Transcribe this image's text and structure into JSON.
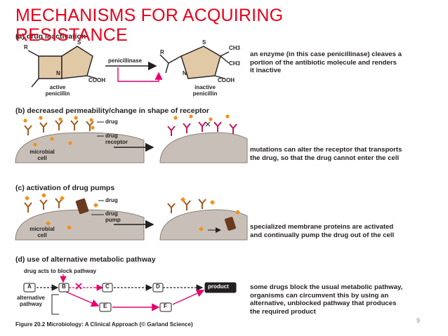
{
  "slide": {
    "title_line1": "MECHANISMS FOR ACQUIRING",
    "title_line2": "RESISTANCE",
    "page_number": "9"
  },
  "panel_a": {
    "label": "(a) drug inactivation",
    "enzyme": "penicillinase",
    "active_line1": "active",
    "active_line2": "penicillin",
    "inactive_line1": "inactive",
    "inactive_line2": "penicillin",
    "r_label": "R",
    "s_label": "S",
    "n_label": "N",
    "cooh_label": "COOH",
    "ch3_label": "CH3",
    "desc_line1": "an enzyme (in this case penicillinase) cleaves a",
    "desc_line2": "portion of the antibiotic molecule and renders",
    "desc_line3": "it inactive"
  },
  "panel_b": {
    "label": "(b) decreased permeability/change in shape of receptor",
    "drug_label": "drug",
    "receptor_line1": "drug",
    "receptor_line2": "receptor",
    "cell_line1": "microbial",
    "cell_line2": "cell",
    "desc_line1": "mutations can alter the receptor that transports",
    "desc_line2": "the drug, so that the drug cannot enter the cell"
  },
  "panel_c": {
    "label": "(c) activation of drug pumps",
    "drug_label": "drug",
    "pump_line1": "drug",
    "pump_line2": "pump",
    "cell_line1": "microbial",
    "cell_line2": "cell",
    "desc_line1": "specialized membrane proteins are activated",
    "desc_line2": "and continually pump the drug out of the cell"
  },
  "panel_d": {
    "label": "(d) use of alternative metabolic pathway",
    "block_label": "drug acts to block pathway",
    "alt_line1": "alternative",
    "alt_line2": "pathway",
    "node_a": "A",
    "node_b": "B",
    "node_c": "C",
    "node_d": "D",
    "node_e": "E",
    "node_f": "F",
    "product": "product",
    "desc_line1": "some drugs block the usual metabolic pathway,",
    "desc_line2": "organisms can circumvent this by using an",
    "desc_line3": "alternative, unblocked pathway that produces",
    "desc_line4": "the required product"
  },
  "figure": {
    "caption": "Figure 20.2 Microbiology: A Clinical Approach (© Garland Science)"
  },
  "colors": {
    "title": "#e8001a",
    "pathway_arrow": "#e5006e",
    "drug": "#f39019",
    "receptor": "#a35b20",
    "mutated_receptor": "#c2185b",
    "cell": "#c8c0b8",
    "pump": "#6b3a1f",
    "molecule_fill": "#e2c9a6"
  }
}
